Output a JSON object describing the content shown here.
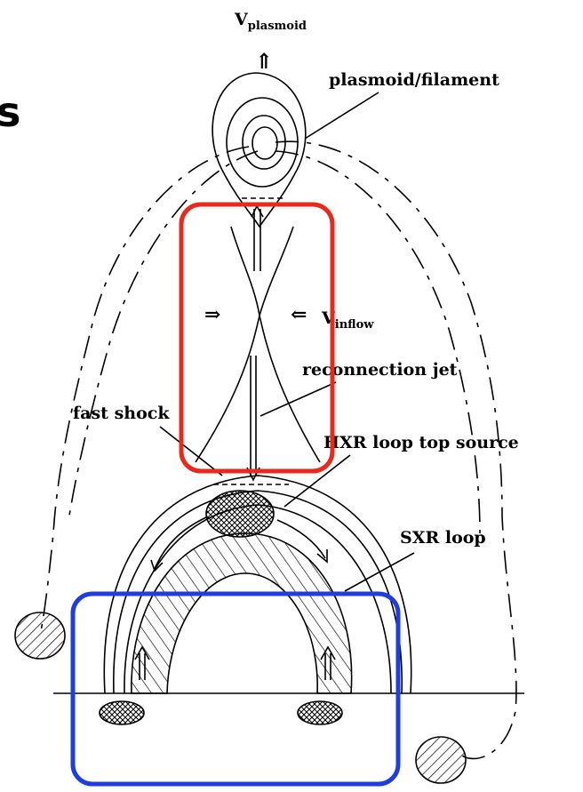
{
  "labels": {
    "v_plasmoid": "V",
    "v_plasmoid_sub": "plasmoid",
    "plasmoid_filament": "plasmoid/filament",
    "v_inflow": "V",
    "v_inflow_sub": "inflow",
    "reconnection_jet": "reconnection jet",
    "fast_shock": "fast shock",
    "hxr_source": "HXR loop top source",
    "sxr_loop": "SXR loop",
    "edge_letter": "s",
    "arrow_up": "⇑",
    "arrow_right": "⇒",
    "arrow_left": "⇐"
  },
  "colors": {
    "reconnection_box": "#e8291c",
    "footpoint_box": "#1f3de0",
    "ink": "#000000"
  }
}
